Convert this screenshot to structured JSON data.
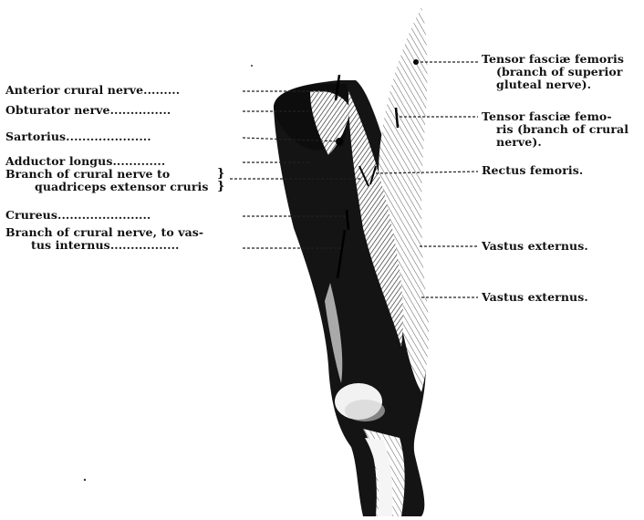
{
  "left_labels": [
    {
      "id": "anterior-crural-nerve",
      "text": "Anterior crural nerve........."
    },
    {
      "id": "obturator-nerve",
      "text": "Obturator nerve..............."
    },
    {
      "id": "sartorius",
      "text": "Sartorius....................."
    },
    {
      "id": "adductor-longus",
      "text": "Adductor longus............."
    },
    {
      "id": "branch-quadriceps-line1",
      "text": "Branch of crural nerve to"
    },
    {
      "id": "branch-quadriceps-line2",
      "text": "quadriceps extensor cruris"
    },
    {
      "id": "crureus",
      "text": "Crureus......................."
    },
    {
      "id": "branch-vastus-line1",
      "text": "Branch of crural nerve, to vas-"
    },
    {
      "id": "branch-vastus-line2",
      "text": "tus internus................."
    }
  ],
  "right_labels": [
    {
      "id": "tensor-superior-gluteal",
      "lines": [
        "Tensor fasciæ femoris",
        "(branch of superior",
        "gluteal nerve)."
      ]
    },
    {
      "id": "tensor-crural",
      "lines": [
        "Tensor fasciæ femo-",
        "ris (branch of crural",
        "nerve)."
      ]
    },
    {
      "id": "rectus-femoris",
      "lines": [
        "Rectus femoris."
      ]
    },
    {
      "id": "vastus-externus-1",
      "lines": [
        "Vastus externus."
      ]
    },
    {
      "id": "vastus-externus-2",
      "lines": [
        "Vastus externus."
      ]
    }
  ]
}
